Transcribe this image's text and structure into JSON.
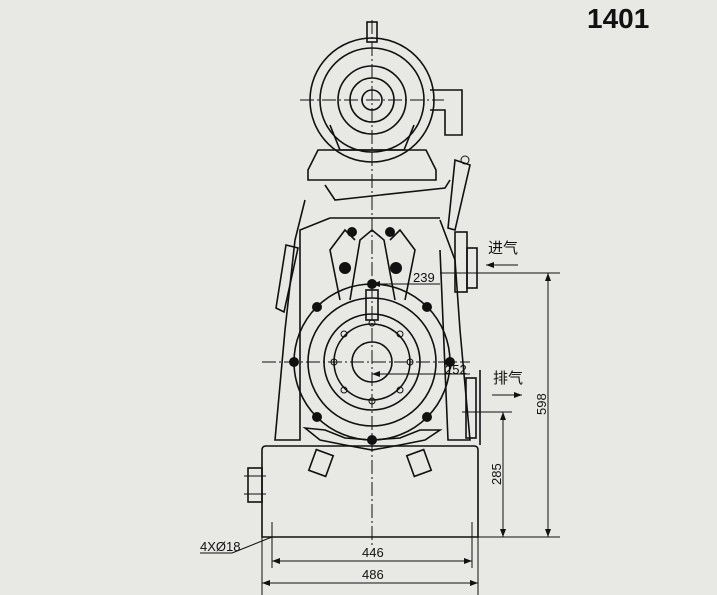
{
  "drawing": {
    "model_number": "1401",
    "inlet_label": "进气",
    "outlet_label": "排气",
    "hole_spec": "4XØ18"
  },
  "dimensions": {
    "inlet_offset": "239",
    "outlet_offset": "252",
    "total_height": "598",
    "outlet_height": "285",
    "bolt_span": "446",
    "base_width": "486"
  }
}
